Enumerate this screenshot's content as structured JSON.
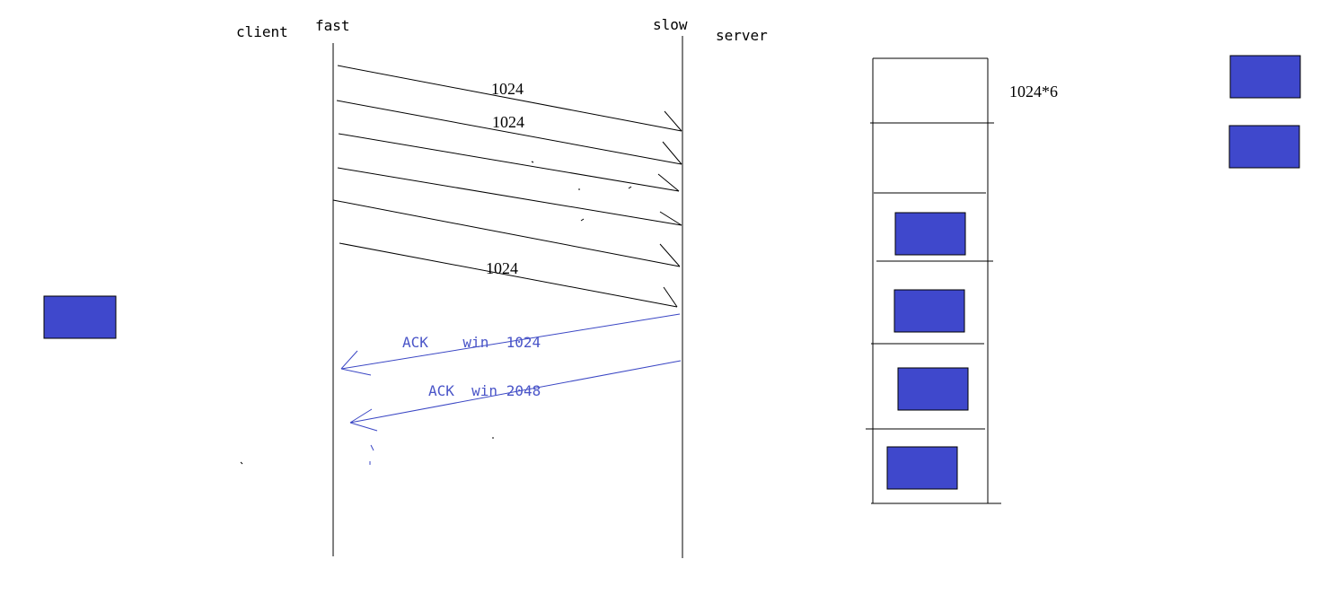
{
  "labels": {
    "client": "client",
    "fast": "fast",
    "slow": "slow",
    "server": "server"
  },
  "packets": [
    {
      "label": "1024"
    },
    {
      "label": "1024"
    },
    {
      "label": ""
    },
    {
      "label": ""
    },
    {
      "label": ""
    },
    {
      "label": "1024"
    }
  ],
  "acks": [
    {
      "label": "ACK    win  1024"
    },
    {
      "label": "ACK  win 2048"
    }
  ],
  "buffer": {
    "label": "1024*6",
    "slots": [
      {
        "filled": false
      },
      {
        "filled": false
      },
      {
        "filled": true
      },
      {
        "filled": true
      },
      {
        "filled": true
      },
      {
        "filled": true
      }
    ]
  },
  "colors": {
    "block_fill": "#3f48cc",
    "ack_line": "#3a46c4",
    "ack_text": "#4a55c8"
  }
}
